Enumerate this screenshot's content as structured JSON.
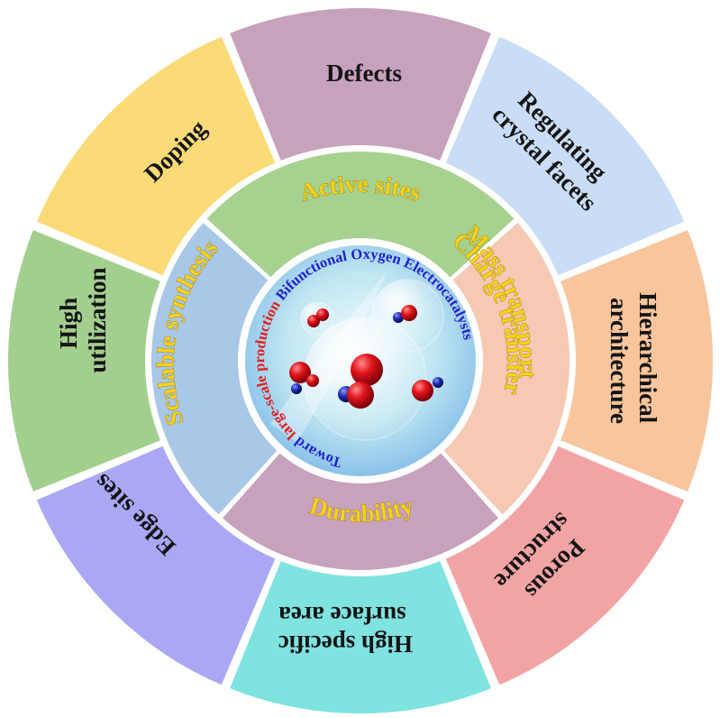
{
  "outer_ring": [
    {
      "label": "Defects",
      "color": "#c7a2bc"
    },
    {
      "label": "Regulating crystal facets",
      "color": "#c9def6"
    },
    {
      "label": "Hierarchical architecture",
      "color": "#f8c59c"
    },
    {
      "label": "Porous structure",
      "color": "#f2a4a4"
    },
    {
      "label": "High specific surface area",
      "color": "#7fe3e0"
    },
    {
      "label": "Edge sites",
      "color": "#aaa8f4"
    },
    {
      "label": "High utilization",
      "color": "#a3cf8e"
    },
    {
      "label": "Doping",
      "color": "#fbdb77"
    }
  ],
  "inner_ring": [
    {
      "label": "Active sites",
      "color": "#a6d18f"
    },
    {
      "label": "Mass transport",
      "color": "#f5c9b3"
    },
    {
      "label": "Charge transfer",
      "color": "#f5c9b3"
    },
    {
      "label": "Durability",
      "color": "#c7a2bc"
    },
    {
      "label": "Scalable synthesis",
      "color": "#a9c7e6"
    }
  ],
  "core": {
    "segments": [
      {
        "text": "Toward",
        "color": "#1f1fd0"
      },
      {
        "text": "large-scale production",
        "color": "#e01e1e"
      },
      {
        "text": "Bifunctional Oxygen Electrocatalysts",
        "color": "#1f1fd0"
      }
    ]
  },
  "colors": {
    "ring_border": "#ffffff",
    "molecule_red": "#d6141c",
    "molecule_blue": "#1c2bb0",
    "core_bg": "#bfe6f1"
  }
}
